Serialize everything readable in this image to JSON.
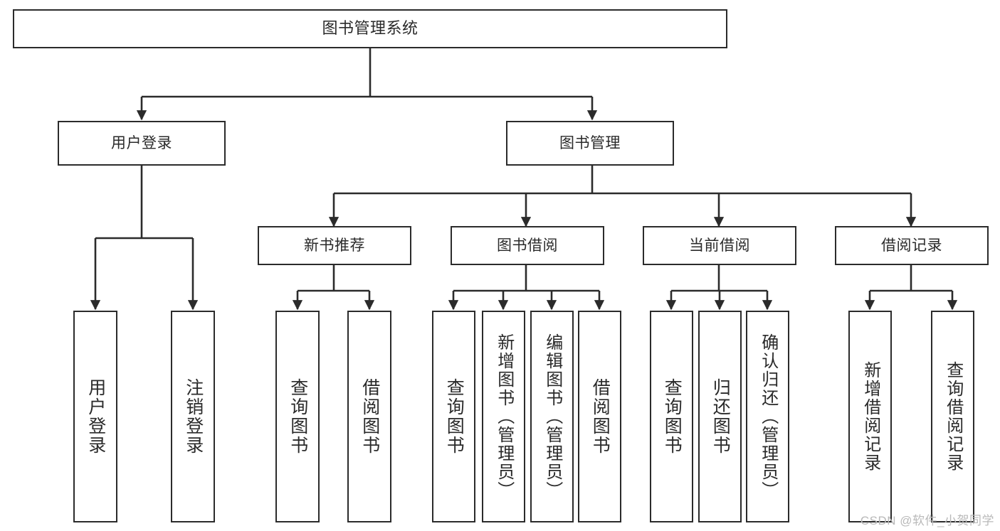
{
  "diagram": {
    "type": "tree",
    "title": "图书管理系统",
    "watermark": "CSDN @软件_小贺同学",
    "colors": {
      "stroke": "#2b2b2b",
      "fill": "#ffffff",
      "text": "#2a2a2a",
      "watermark": "#b9b9b9"
    },
    "nodes": {
      "root": {
        "label": "图书管理系统"
      },
      "level2": [
        {
          "id": "user-login",
          "label": "用户登录"
        },
        {
          "id": "book-manage",
          "label": "图书管理"
        }
      ],
      "level3": [
        {
          "id": "new-book-recommend",
          "label": "新书推荐"
        },
        {
          "id": "book-borrow",
          "label": "图书借阅"
        },
        {
          "id": "current-borrow",
          "label": "当前借阅"
        },
        {
          "id": "borrow-record",
          "label": "借阅记录"
        }
      ],
      "leaves": {
        "user_login": [
          {
            "id": "leaf-user-login",
            "label": "用户登录"
          },
          {
            "id": "leaf-logout-login",
            "label": "注销登录"
          }
        ],
        "new_book_recommend": [
          {
            "id": "leaf-query-book-1",
            "label": "查询图书"
          },
          {
            "id": "leaf-borrow-book-1",
            "label": "借阅图书"
          }
        ],
        "book_borrow": [
          {
            "id": "leaf-query-book-2",
            "label": "查询图书"
          },
          {
            "id": "leaf-add-book",
            "label": "新增图书（管理员）"
          },
          {
            "id": "leaf-edit-book",
            "label": "编辑图书（管理员）"
          },
          {
            "id": "leaf-borrow-book-2",
            "label": "借阅图书"
          }
        ],
        "current_borrow": [
          {
            "id": "leaf-query-book-3",
            "label": "查询图书"
          },
          {
            "id": "leaf-return-book",
            "label": "归还图书"
          },
          {
            "id": "leaf-confirm-return",
            "label": "确认归还（管理员）"
          }
        ],
        "borrow_record": [
          {
            "id": "leaf-add-record",
            "label": "新增借阅记录"
          },
          {
            "id": "leaf-query-record",
            "label": "查询借阅记录"
          }
        ]
      }
    },
    "edges": [
      {
        "from": "root",
        "to": "user-login"
      },
      {
        "from": "root",
        "to": "book-manage"
      },
      {
        "from": "user-login",
        "to": "leaf-user-login"
      },
      {
        "from": "user-login",
        "to": "leaf-logout-login"
      },
      {
        "from": "book-manage",
        "to": "new-book-recommend"
      },
      {
        "from": "book-manage",
        "to": "book-borrow"
      },
      {
        "from": "book-manage",
        "to": "current-borrow"
      },
      {
        "from": "book-manage",
        "to": "borrow-record"
      },
      {
        "from": "new-book-recommend",
        "to": "leaf-query-book-1"
      },
      {
        "from": "new-book-recommend",
        "to": "leaf-borrow-book-1"
      },
      {
        "from": "book-borrow",
        "to": "leaf-query-book-2"
      },
      {
        "from": "book-borrow",
        "to": "leaf-add-book"
      },
      {
        "from": "book-borrow",
        "to": "leaf-edit-book"
      },
      {
        "from": "book-borrow",
        "to": "leaf-borrow-book-2"
      },
      {
        "from": "current-borrow",
        "to": "leaf-query-book-3"
      },
      {
        "from": "current-borrow",
        "to": "leaf-return-book"
      },
      {
        "from": "current-borrow",
        "to": "leaf-confirm-return"
      },
      {
        "from": "borrow-record",
        "to": "leaf-add-record"
      },
      {
        "from": "borrow-record",
        "to": "leaf-query-record"
      }
    ]
  }
}
